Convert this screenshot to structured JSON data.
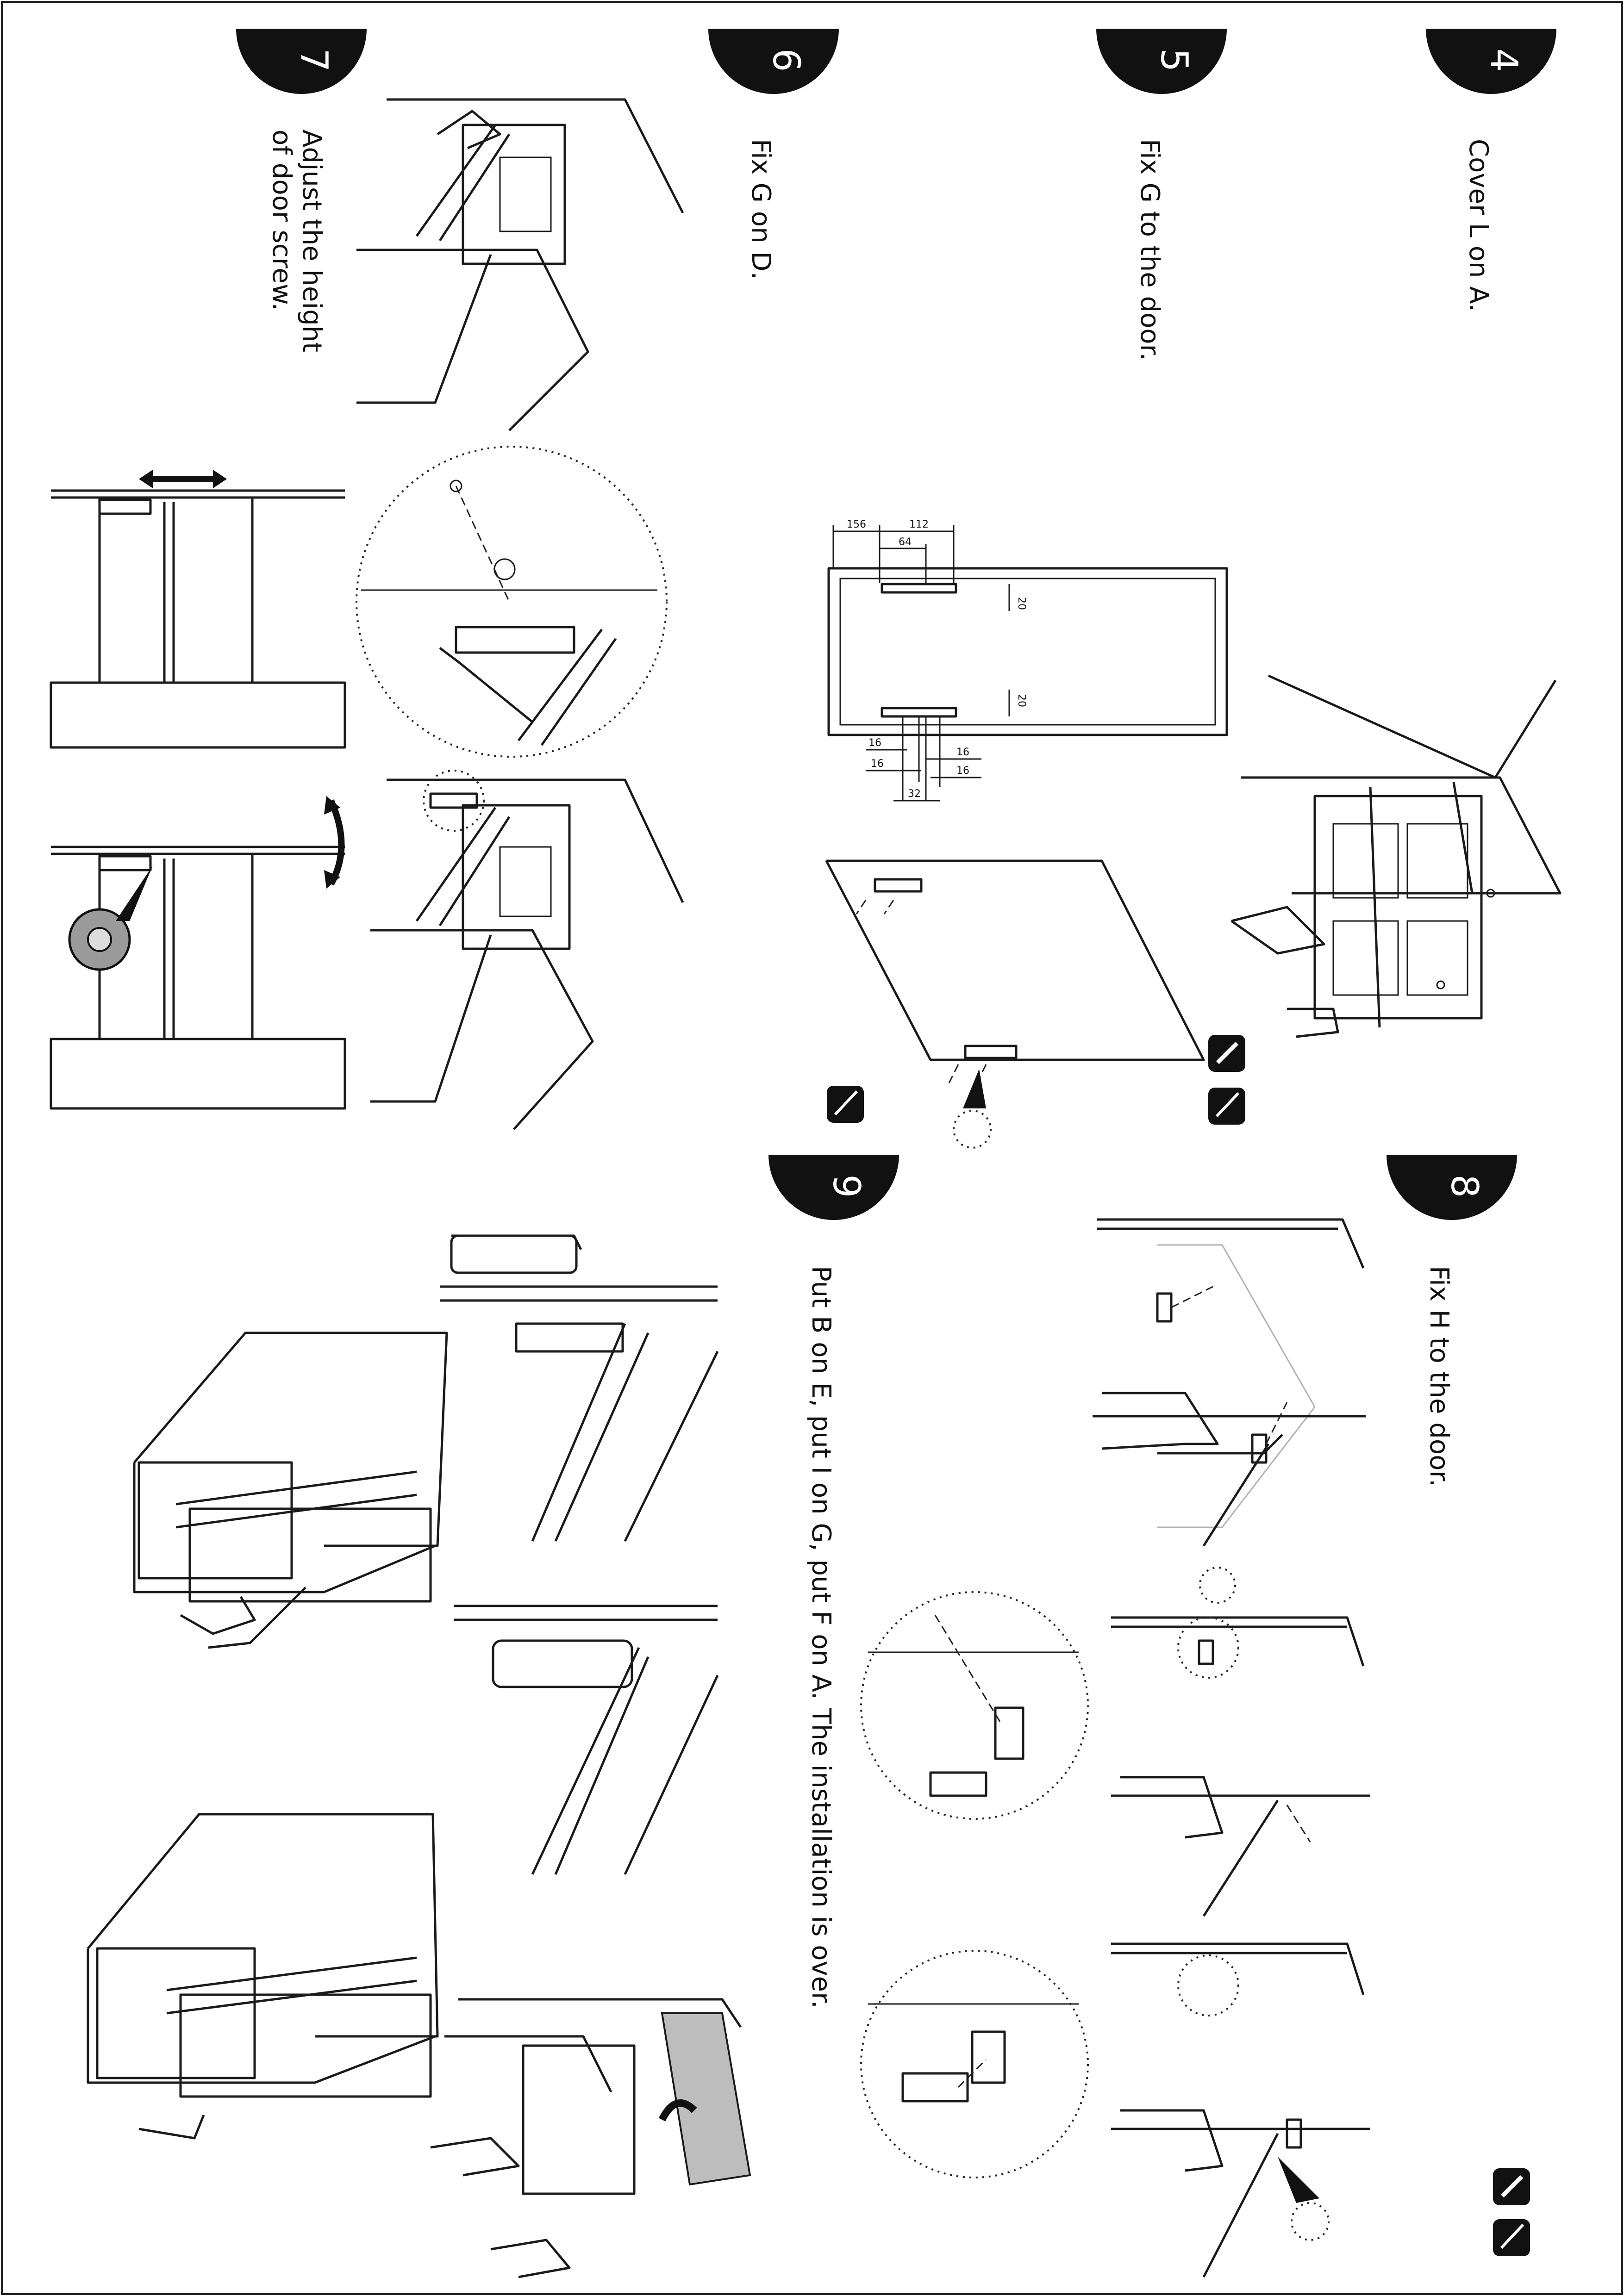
{
  "steps": [
    {
      "number": "4",
      "caption": "Cover L on A."
    },
    {
      "number": "5",
      "caption": "Fix G to the  door."
    },
    {
      "number": "6",
      "caption": "Fix G on  D."
    },
    {
      "number": "7",
      "caption_line1": "Adjust the height",
      "caption_line2": "of door screw."
    },
    {
      "number": "8",
      "caption": "Fix H to the door."
    },
    {
      "number": "9",
      "caption": "Put B on E, put I on G, put F on A. The installation is over."
    }
  ],
  "dimensions": {
    "d156": "156",
    "d112": "112",
    "d64": "64",
    "d20a": "20",
    "d20b": "20",
    "d16a": "16",
    "d16b": "16",
    "d16c": "16",
    "d16d": "16",
    "d32": "32"
  },
  "icons": [
    "screwdriver-icon",
    "screw-icon"
  ]
}
